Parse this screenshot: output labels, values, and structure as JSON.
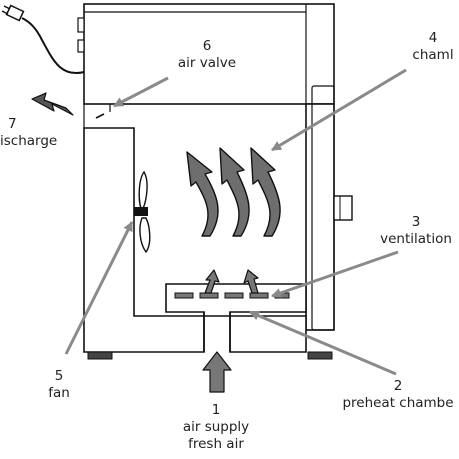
{
  "colors": {
    "outline": "#111111",
    "leader": "#8a8a8a",
    "airflow_arrow": "#6e6e6e",
    "fan": "#f2f2f2"
  },
  "labels": {
    "air_valve": {
      "number": "6",
      "text": "air valve"
    },
    "chamber": {
      "number": "4",
      "text": "chaml"
    },
    "discharge": {
      "number": "7",
      "text": "ischarge"
    },
    "ventilation": {
      "number": "3",
      "text": "ventilation"
    },
    "fan": {
      "number": "5",
      "text": "fan"
    },
    "preheat": {
      "number": "2",
      "text": "preheat chambe"
    },
    "air_supply": {
      "number": "1",
      "line1": "air supply",
      "line2": "fresh air"
    }
  }
}
